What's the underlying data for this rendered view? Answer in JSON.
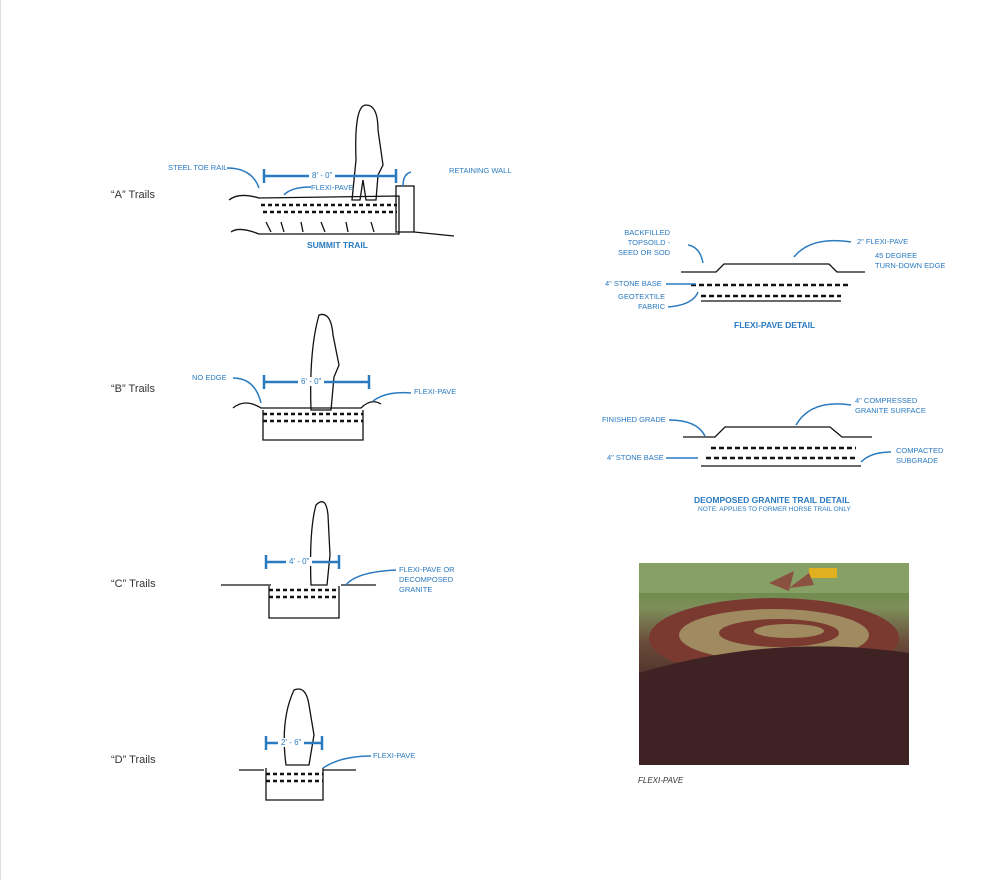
{
  "trails": [
    {
      "label": "“A” Trails",
      "dimension": "8' - 0\"",
      "title": "SUMMIT TRAIL",
      "callouts": [
        "STEEL TOE RAIL",
        "FLEXI-PAVE",
        "RETAINING WALL"
      ]
    },
    {
      "label": "“B” Trails",
      "dimension": "6' - 0\"",
      "callouts": [
        "NO EDGE",
        "FLEXI-PAVE"
      ]
    },
    {
      "label": "“C” Trails",
      "dimension": "4' - 0\"",
      "callouts": [
        "FLEXI-PAVE OR",
        "DECOMPOSED",
        "GRANITE"
      ]
    },
    {
      "label": "“D” Trails",
      "dimension": "2' - 6\"",
      "callouts": [
        "FLEXI-PAVE"
      ]
    }
  ],
  "flexi_detail": {
    "title": "FLEXI-PAVE DETAIL",
    "callouts": [
      "BACKFILLED",
      "TOPSOILD -",
      "SEED OR SOD",
      "2\" FLEXI-PAVE",
      "45 DEGREE",
      "TURN-DOWN EDGE",
      "4\" STONE BASE",
      "GEOTEXTILE",
      "FABRIC"
    ]
  },
  "granite_detail": {
    "title": "DEOMPOSED GRANITE TRAIL DETAIL",
    "note": "NOTE: APPLIES TO FORMER HORSE TRAIL ONLY",
    "callouts": [
      "FINISHED GRADE",
      "4\" COMPRESSED",
      "GRANITE SURFACE",
      "4\" STONE BASE",
      "COMPACTED",
      "SUBGRADE"
    ]
  },
  "photo": {
    "caption": "FLEXI-PAVE"
  },
  "colors": {
    "accent": "#2a7ac0",
    "ink": "#111111"
  }
}
